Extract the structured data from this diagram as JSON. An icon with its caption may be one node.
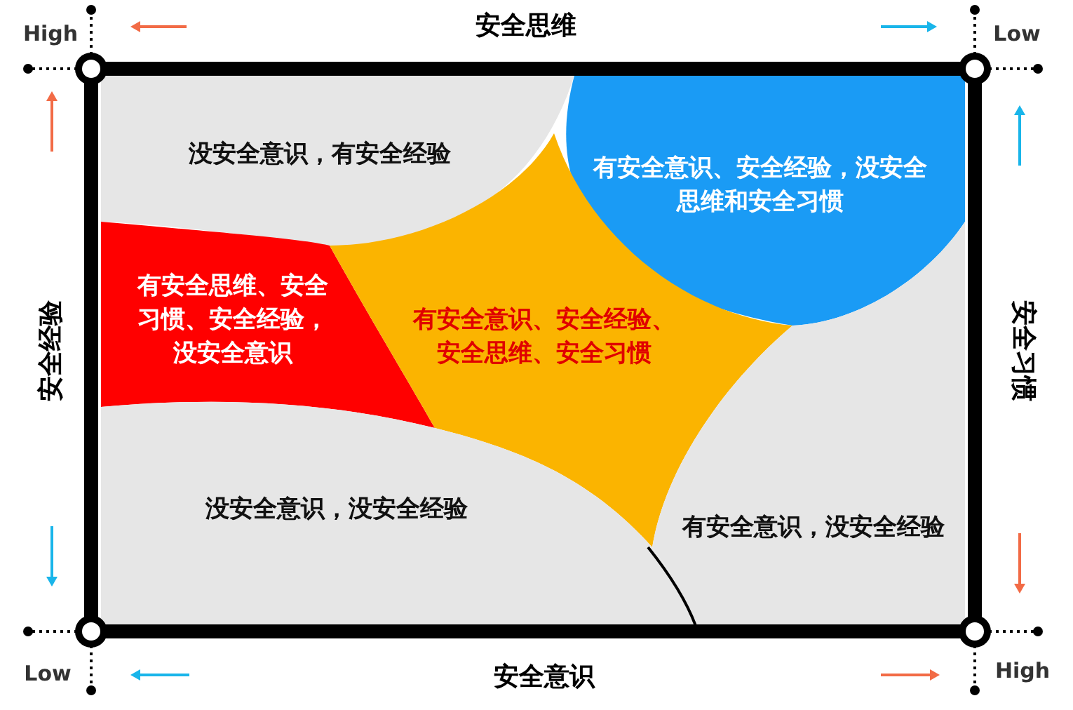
{
  "diagram": {
    "nodes": [
      {
        "text": [
          "没安全意识，有安全经验"
        ]
      },
      {
        "text": [
          "有安全意识、安全经验，没安全思维和安全习惯"
        ]
      },
      {
        "text": [
          "有安全思维、安全习惯、安全经验，没安全意识"
        ]
      },
      {
        "text": [
          "有安全意识、安全经验、安全思维、安全习惯"
        ]
      },
      {
        "text": [
          "没安全意识，没安全经验"
        ]
      },
      {
        "text": [
          "有安全意识，没安全经验"
        ]
      }
    ],
    "edges": [],
    "labels": [
      "High",
      "安全思维",
      "Low",
      "安全经验",
      "安全习惯",
      "Low",
      "安全意识",
      "High"
    ]
  }
}
